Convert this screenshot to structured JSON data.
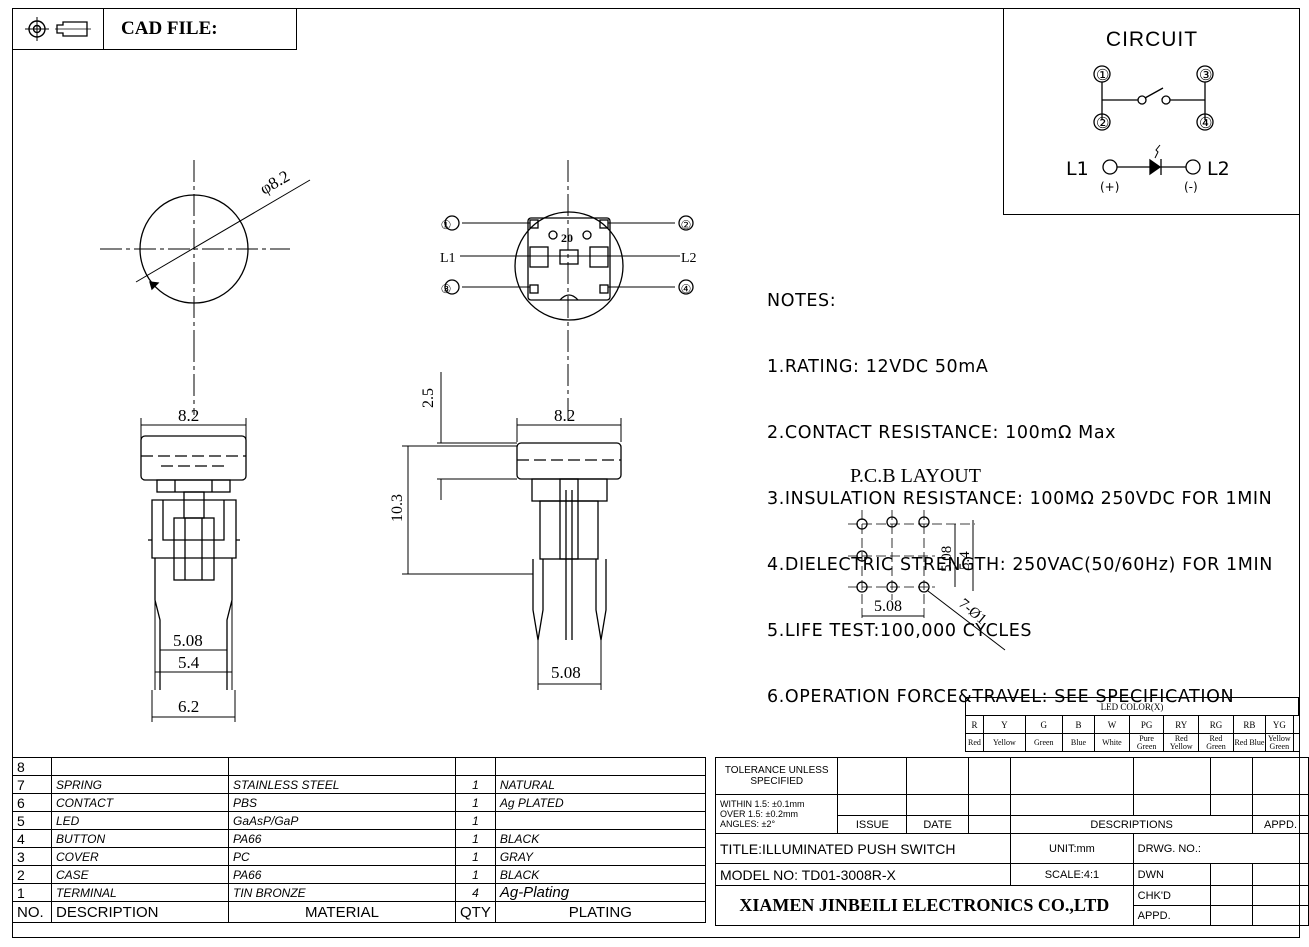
{
  "header": {
    "cad_label": "CAD FILE:",
    "projection_icon": "first-angle-projection-icon"
  },
  "circuit": {
    "title": "CIRCUIT",
    "pins": [
      "①",
      "②",
      "③",
      "④"
    ],
    "led_left": "L1",
    "led_right": "L2",
    "polarity_plus": "(+)",
    "polarity_minus": "(-)"
  },
  "drawing": {
    "top_view": {
      "diameter": "φ8.2"
    },
    "front_view": {
      "cap": "8.2",
      "pitch": "5.08",
      "width1": "5.4",
      "width2": "6.2"
    },
    "pin_view": {
      "pins": [
        "①",
        "②",
        "③",
        "④"
      ],
      "l1": "L1",
      "l2": "L2",
      "part_no": "20"
    },
    "side_view": {
      "cap": "8.2",
      "cap_height": "2.5",
      "height": "10.3",
      "pitch": "5.08"
    },
    "pcb": {
      "title": "P.C.B LAYOUT",
      "pitch_x": "5.08",
      "pitch_y1": "5.08",
      "pitch_y2": "5.4",
      "hole": "7-Ø1"
    }
  },
  "notes": {
    "title": "NOTES:",
    "items": [
      "1.RATING: 12VDC 50mA",
      "2.CONTACT RESISTANCE: 100mΩ Max",
      "3.INSULATION RESISTANCE: 100MΩ 250VDC FOR 1MIN",
      "4.DIELECTRIC STRENGTH: 250VAC(50/60Hz) FOR 1MIN",
      "5.LIFE TEST:100,000 CYCLES",
      "6.OPERATION FORCE&TRAVEL: SEE SPECIFICATION"
    ]
  },
  "led_color": {
    "title": "LED COLOR(X)",
    "codes": [
      "R",
      "Y",
      "G",
      "B",
      "W",
      "PG",
      "RY",
      "RG",
      "RB",
      "YG"
    ],
    "names": [
      "Red",
      "Yellow",
      "Green",
      "Blue",
      "White",
      "Pure Green",
      "Red Yellow",
      "Red Green",
      "Red Blue",
      "Yellow Green"
    ]
  },
  "bom": {
    "headers": {
      "no": "NO.",
      "desc": "DESCRIPTION",
      "mat": "MATERIAL",
      "qty": "QTY",
      "plating": "PLATING"
    },
    "rows": [
      {
        "no": "8",
        "desc": "",
        "mat": "",
        "qty": "",
        "plating": ""
      },
      {
        "no": "7",
        "desc": "SPRING",
        "mat": "STAINLESS STEEL",
        "qty": "1",
        "plating": "NATURAL"
      },
      {
        "no": "6",
        "desc": "CONTACT",
        "mat": "PBS",
        "qty": "1",
        "plating": "Ag PLATED"
      },
      {
        "no": "5",
        "desc": "LED",
        "mat": "GaAsP/GaP",
        "qty": "1",
        "plating": ""
      },
      {
        "no": "4",
        "desc": "BUTTON",
        "mat": "PA66",
        "qty": "1",
        "plating": "BLACK"
      },
      {
        "no": "3",
        "desc": "COVER",
        "mat": "PC",
        "qty": "1",
        "plating": "GRAY"
      },
      {
        "no": "2",
        "desc": "CASE",
        "mat": "PA66",
        "qty": "1",
        "plating": "BLACK"
      },
      {
        "no": "1",
        "desc": "TERMINAL",
        "mat": "TIN BRONZE",
        "qty": "4",
        "plating": "Ag-Plating"
      }
    ]
  },
  "title_block": {
    "tolerance": "TOLERANCE UNLESS SPECIFIED",
    "within": "WITHIN 1.5: ±0.1mm",
    "over": "OVER 1.5: ±0.2mm",
    "angles": "ANGLES: ±2°",
    "issue": "ISSUE",
    "date": "DATE",
    "descriptions": "DESCRIPTIONS",
    "appd": "APPD.",
    "title": "TITLE:ILLUMINATED PUSH SWITCH",
    "unit": "UNIT:mm",
    "drwg_no": "DRWG. NO.:",
    "model": "MODEL NO: TD01-3008R-X",
    "scale": "SCALE:4:1",
    "dwn": "DWN",
    "chkd": "CHK'D",
    "appd2": "APPD.",
    "company": "XIAMEN JINBEILI ELECTRONICS CO.,LTD"
  }
}
